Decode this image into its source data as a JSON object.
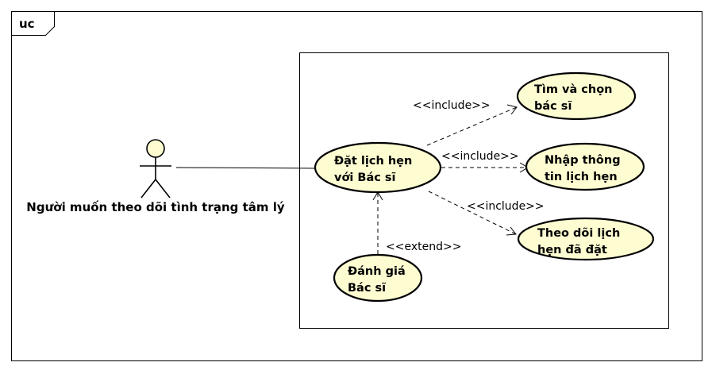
{
  "diagram": {
    "frame_label": "uc",
    "actor": {
      "label": "Người muốn theo dõi tình trạng tâm lý"
    },
    "use_cases": {
      "main": [
        "Đặt lịch hẹn",
        "với Bác sĩ"
      ],
      "find": [
        "Tìm và chọn",
        "bác sĩ"
      ],
      "enter": [
        "Nhập thông",
        "tin lịch hẹn"
      ],
      "track": [
        "Theo dõi lịch",
        "hẹn đã đặt"
      ],
      "rate": [
        "Đánh giá",
        "Bác sĩ"
      ]
    },
    "relations": {
      "include_find": "<<include>>",
      "include_enter": "<<include>>",
      "include_track": "<<include>>",
      "extend_rate": "<<extend>>"
    },
    "colors": {
      "use_case_fill": "#fefdd2",
      "stroke": "#000000",
      "background": "#ffffff"
    }
  }
}
